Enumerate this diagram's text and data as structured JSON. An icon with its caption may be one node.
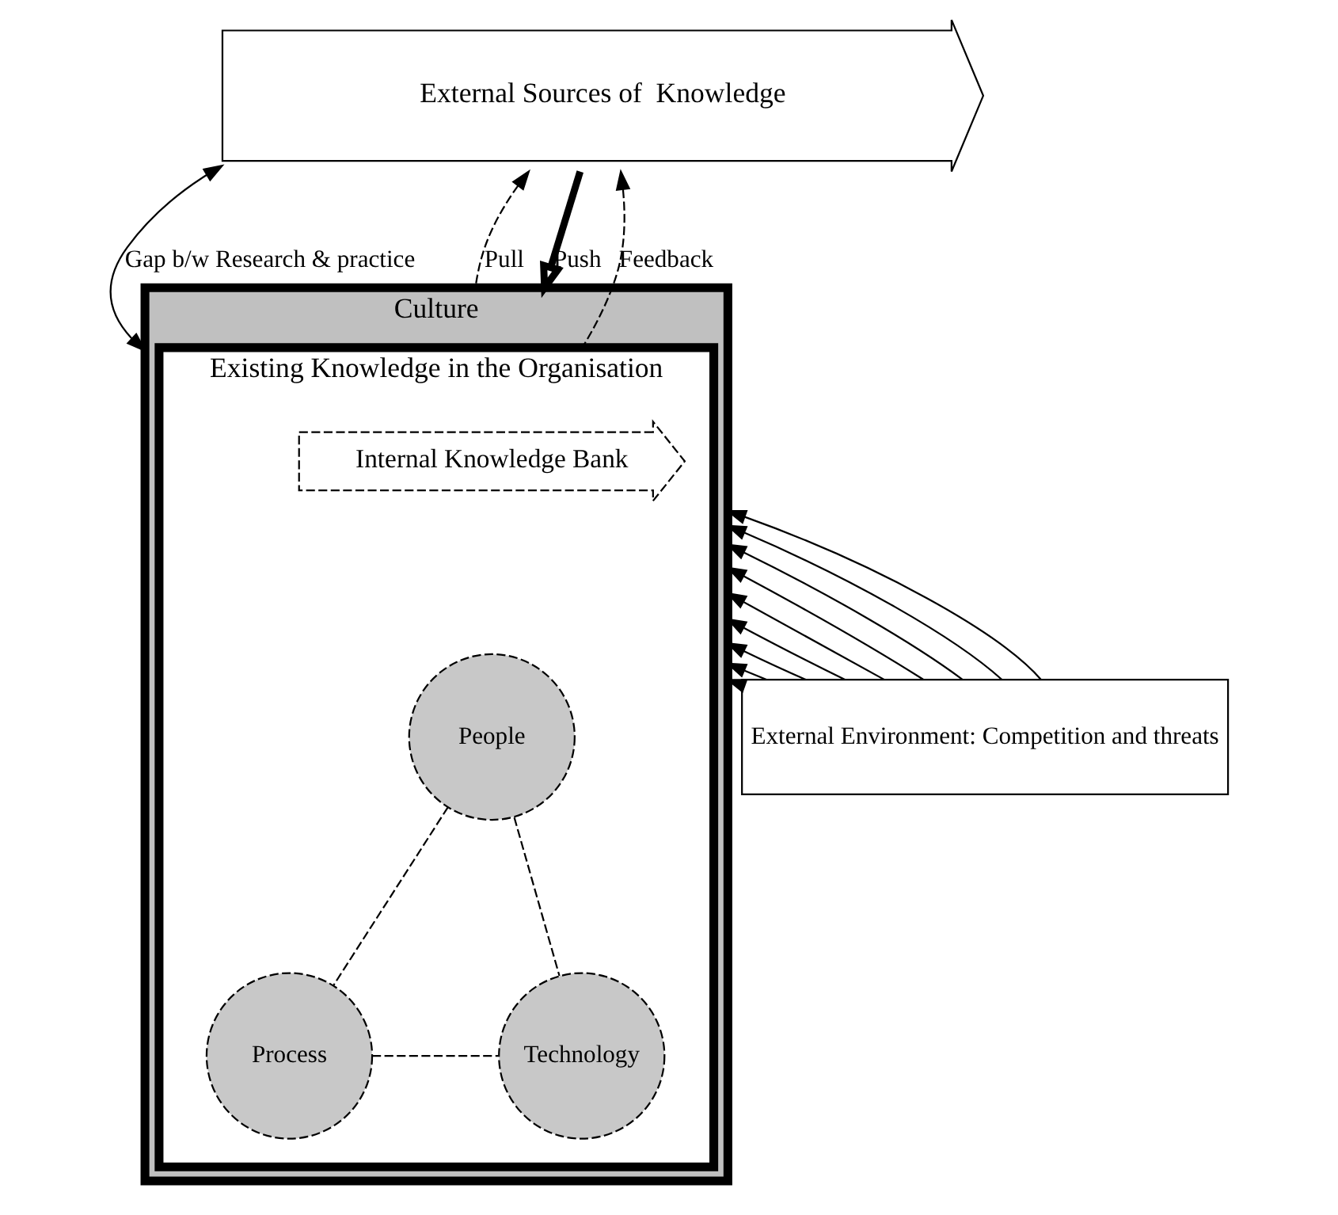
{
  "diagram": {
    "nodes": [
      {
        "text": [
          "External Sources of  Knowledge"
        ]
      },
      {
        "text": [
          "External Environment: Competition and threats"
        ]
      },
      {
        "text": [
          "Culture"
        ]
      },
      {
        "text": [
          "Existing Knowledge in the Organisation"
        ],
        "in": 2
      },
      {
        "text": [
          "Internal Knowledge Bank"
        ],
        "in": 3
      },
      {
        "text": [
          "People"
        ],
        "in": 3
      },
      {
        "text": [
          "Process"
        ],
        "in": 3
      },
      {
        "text": [
          "Technology"
        ],
        "in": 3
      }
    ],
    "edges": [
      {
        "from": 0,
        "to": 2,
        "arrow": "both",
        "label": "Gap b/w Research & practice"
      },
      {
        "from": 2,
        "to": 0,
        "arrow": "to",
        "label": "Pull",
        "style": "dashed"
      },
      {
        "from": 0,
        "to": 2,
        "arrow": "to",
        "label": "Push",
        "style": "thick"
      },
      {
        "from": 3,
        "to": 0,
        "arrow": "to",
        "label": "Feedback",
        "style": "dashed"
      },
      {
        "from": 1,
        "to": 2,
        "arrow": "to"
      },
      {
        "from": 1,
        "to": 2,
        "arrow": "to"
      },
      {
        "from": 1,
        "to": 2,
        "arrow": "to"
      },
      {
        "from": 1,
        "to": 2,
        "arrow": "to"
      },
      {
        "from": 1,
        "to": 2,
        "arrow": "to"
      },
      {
        "from": 1,
        "to": 2,
        "arrow": "to"
      },
      {
        "from": 1,
        "to": 2,
        "arrow": "to"
      },
      {
        "from": 1,
        "to": 2,
        "arrow": "to"
      },
      {
        "from": 1,
        "to": 2,
        "arrow": "to"
      },
      {
        "from": 5,
        "to": 6,
        "arrow": "none",
        "style": "dashed"
      },
      {
        "from": 5,
        "to": 7,
        "arrow": "none",
        "style": "dashed"
      },
      {
        "from": 6,
        "to": 7,
        "arrow": "none",
        "style": "dashed"
      }
    ]
  }
}
